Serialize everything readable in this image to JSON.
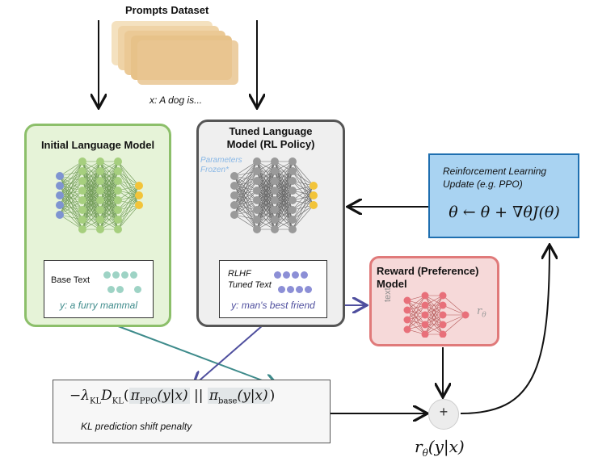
{
  "dataset": {
    "title": "Prompts Dataset",
    "prompt_example": "x: A dog is..."
  },
  "initial_model": {
    "title": "Initial Language Model",
    "output_label": "Base Text",
    "output_text": "y: a furry mammal"
  },
  "tuned_model": {
    "title_line1": "Tuned Language",
    "title_line2": "Model (RL Policy)",
    "frozen_note_line1": "Parameters",
    "frozen_note_line2": "Frozen*",
    "output_label_line1": "RLHF",
    "output_label_line2": "Tuned Text",
    "output_text": "y: man's best friend"
  },
  "reward_model": {
    "title_line1": "Reward (Preference)",
    "title_line2": "Model",
    "input_label": "text",
    "output_symbol": "r",
    "output_subscript": "θ"
  },
  "rl_update": {
    "title_line1": "Reinforcement Learning",
    "title_line2": "Update (e.g. PPO)",
    "equation": "θ ← θ + ∇θJ(θ)"
  },
  "kl_penalty": {
    "equation_parts": {
      "prefix": "−λ",
      "kl_sub": "KL",
      "d": "D",
      "paren_open": "(",
      "pi1": "π",
      "pi1_sub": "PPO",
      "pi1_arg": "(y|x)",
      "sep": " || ",
      "pi2": "π",
      "pi2_sub": "base",
      "pi2_arg": "(y|x)",
      "paren_close": ")"
    },
    "caption": "KL prediction shift penalty"
  },
  "combine": {
    "symbol": "+",
    "result_r": "r",
    "result_sub": "θ",
    "result_arg": "(y|x)"
  },
  "colors": {
    "green_node": "#a6cf7e",
    "blue_node": "#7f94d1",
    "yellow_node": "#f2c43a",
    "gray_node": "#9a9a9a",
    "pink_node": "#e8707a",
    "teal_arrow": "#3e8b8b",
    "purple_arrow": "#4f4f9e"
  }
}
